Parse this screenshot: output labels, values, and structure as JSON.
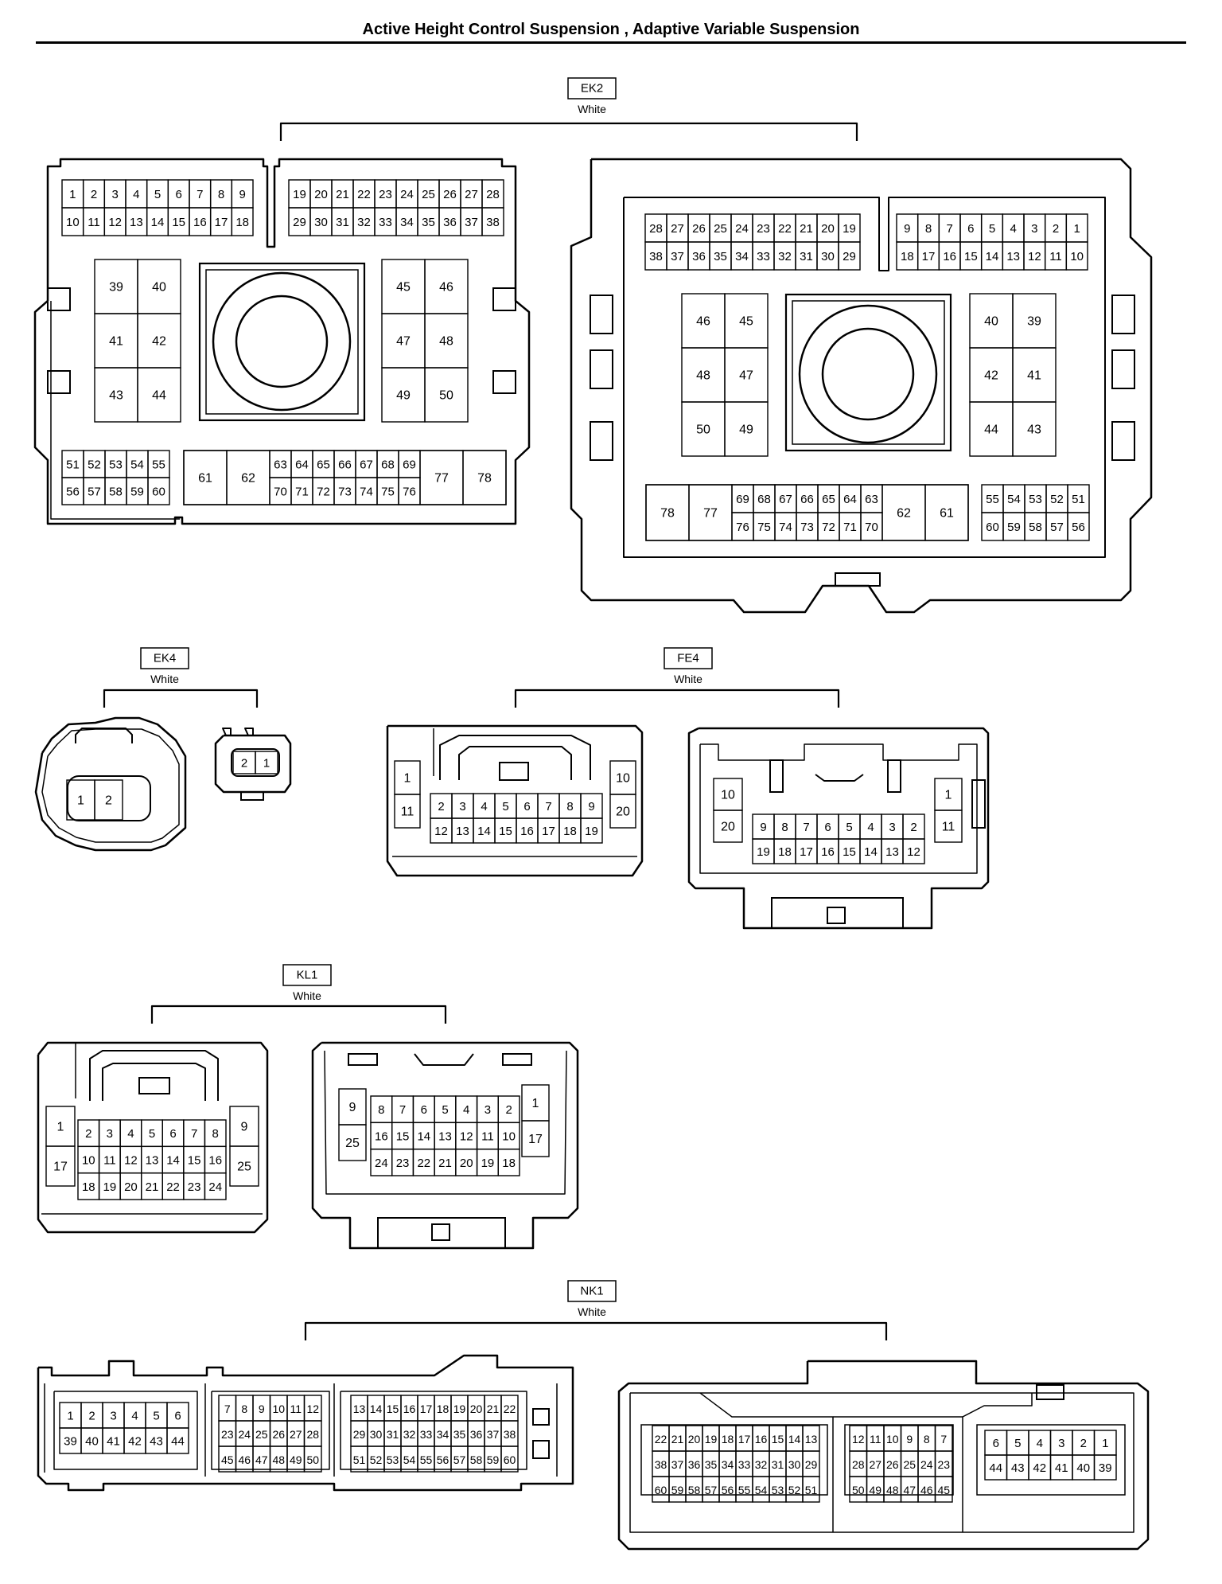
{
  "page": {
    "title": "Active Height Control Suspension , Adaptive Variable Suspension"
  },
  "connectors": [
    {
      "id": "EK2",
      "color_label": "White"
    },
    {
      "id": "EK4",
      "color_label": "White"
    },
    {
      "id": "FE4",
      "color_label": "White"
    },
    {
      "id": "KL1",
      "color_label": "White"
    },
    {
      "id": "NK1",
      "color_label": "White"
    }
  ],
  "colors": {
    "line": "#000000",
    "background": "#ffffff"
  }
}
